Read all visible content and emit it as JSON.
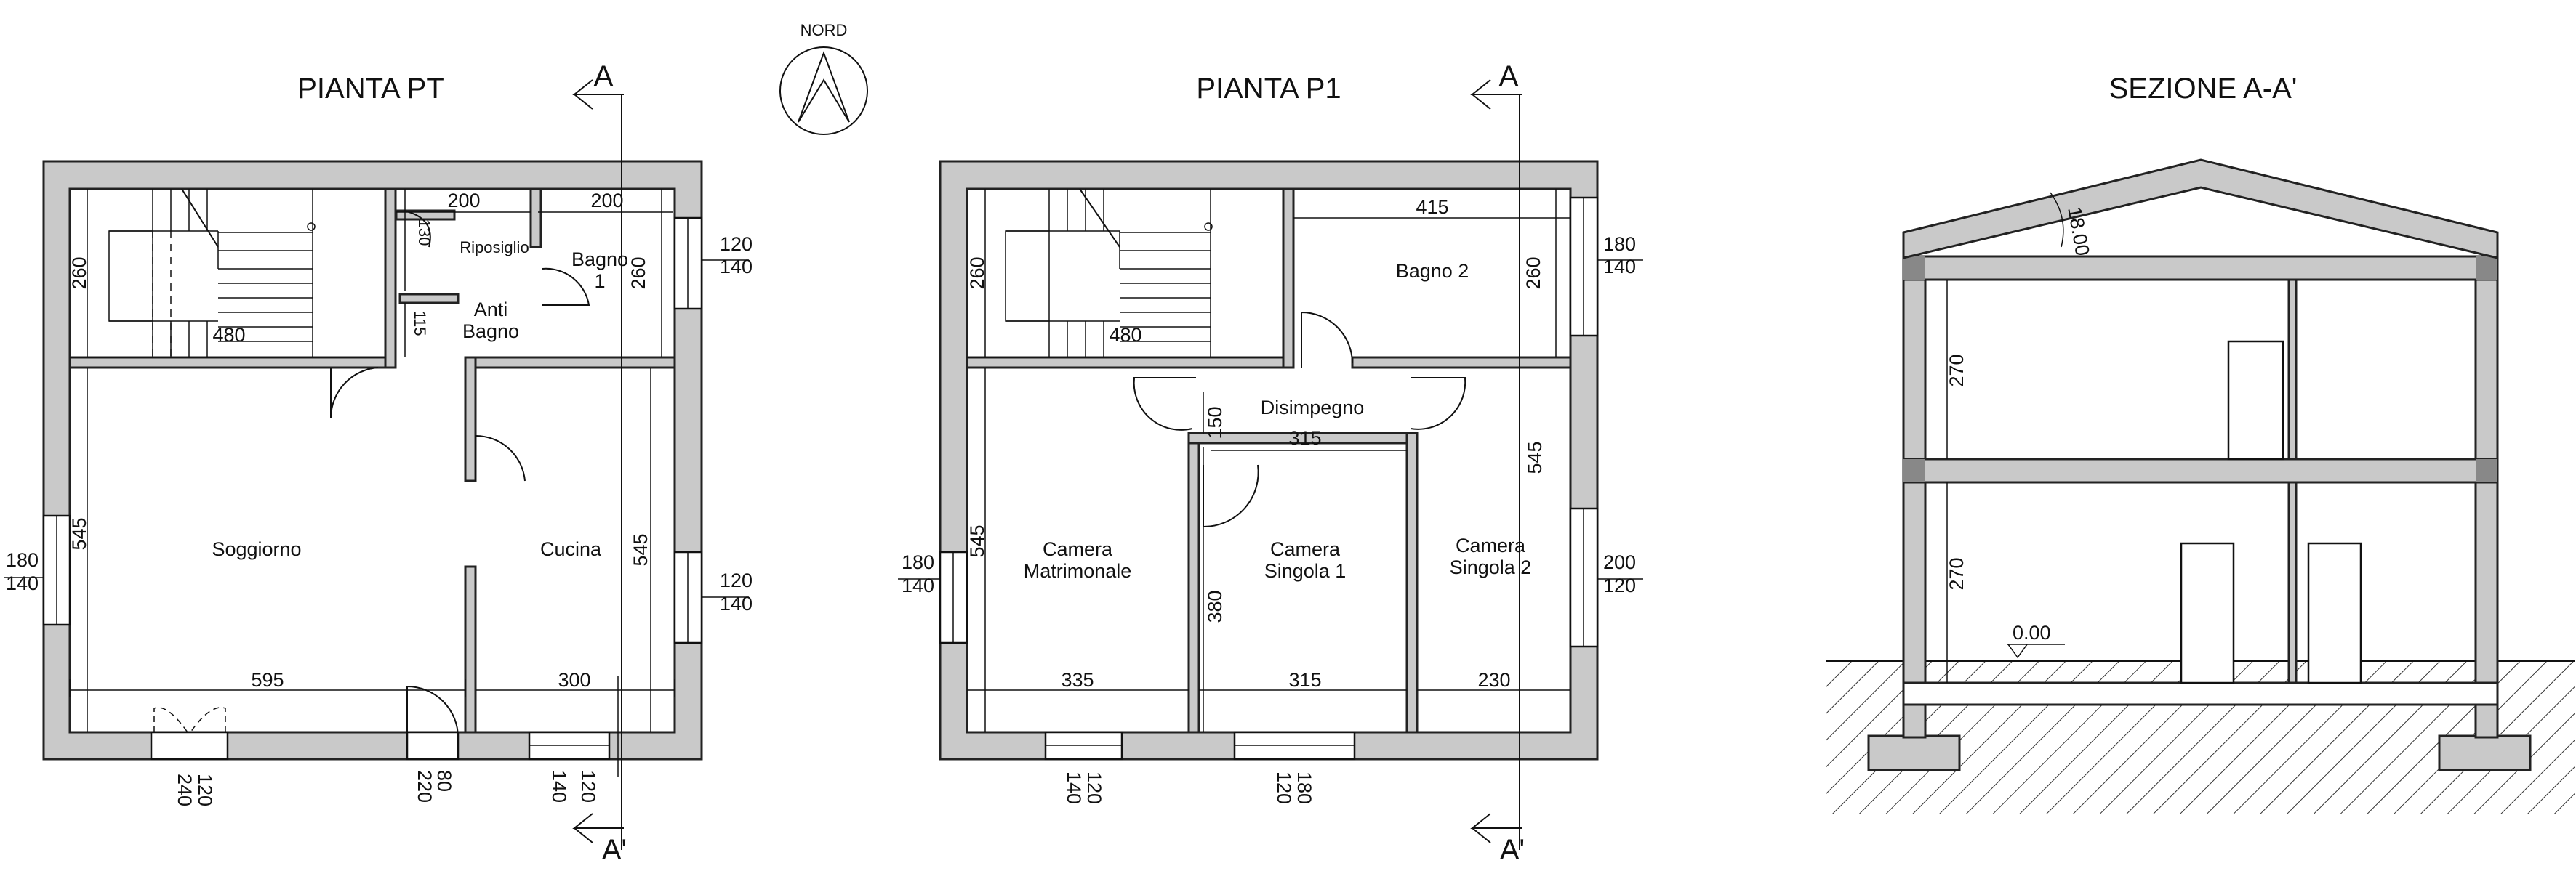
{
  "compass": {
    "label": "NORD"
  },
  "ground_floor": {
    "title": "PIANTA PT",
    "section_top": "A",
    "section_bottom": "A'",
    "rooms": {
      "riposiglio": "Riposiglio",
      "bagno1_a": "Bagno",
      "bagno1_b": "1",
      "antibagno_a": "Anti",
      "antibagno_b": "Bagno",
      "soggiorno": "Soggiorno",
      "cucina": "Cucina"
    },
    "dims": {
      "d200a": "200",
      "d200b": "200",
      "d130": "130",
      "d260l": "260",
      "d260r": "260",
      "d480": "480",
      "d115": "115",
      "d545l": "545",
      "d545r": "545",
      "d595": "595",
      "d300": "300",
      "w120a": "120",
      "w140a": "140",
      "w120b": "120",
      "w140b": "140",
      "w180l": "180",
      "w140l": "140",
      "b240": "240",
      "b120a": "120",
      "b220": "220",
      "b80": "80",
      "b140": "140",
      "b120b": "120"
    }
  },
  "first_floor": {
    "title": "PIANTA P1",
    "section_top": "A",
    "section_bottom": "A'",
    "rooms": {
      "bagno2": "Bagno  2",
      "disimpegno": "Disimpegno",
      "matr_a": "Camera",
      "matr_b": "Matrimonale",
      "sing1_a": "Camera",
      "sing1_b": "Singola  1",
      "sing2_a": "Camera",
      "sing2_b": "Singola  2"
    },
    "dims": {
      "d415": "415",
      "d260l": "260",
      "d260r": "260",
      "d480": "480",
      "d150": "150",
      "d315a": "315",
      "d545l": "545",
      "d545r": "545",
      "d380": "380",
      "d335": "335",
      "d315b": "315",
      "d230": "230",
      "w180r": "180",
      "w140r": "140",
      "w200r": "200",
      "w120r": "120",
      "w180l": "180",
      "w140l": "140",
      "b140a": "140",
      "b120a": "120",
      "b120b": "120",
      "b180": "180"
    }
  },
  "section": {
    "title": "SEZIONE A-A'",
    "roof_angle": "18.00",
    "h270a": "270",
    "h270b": "270",
    "level": "0.00"
  }
}
